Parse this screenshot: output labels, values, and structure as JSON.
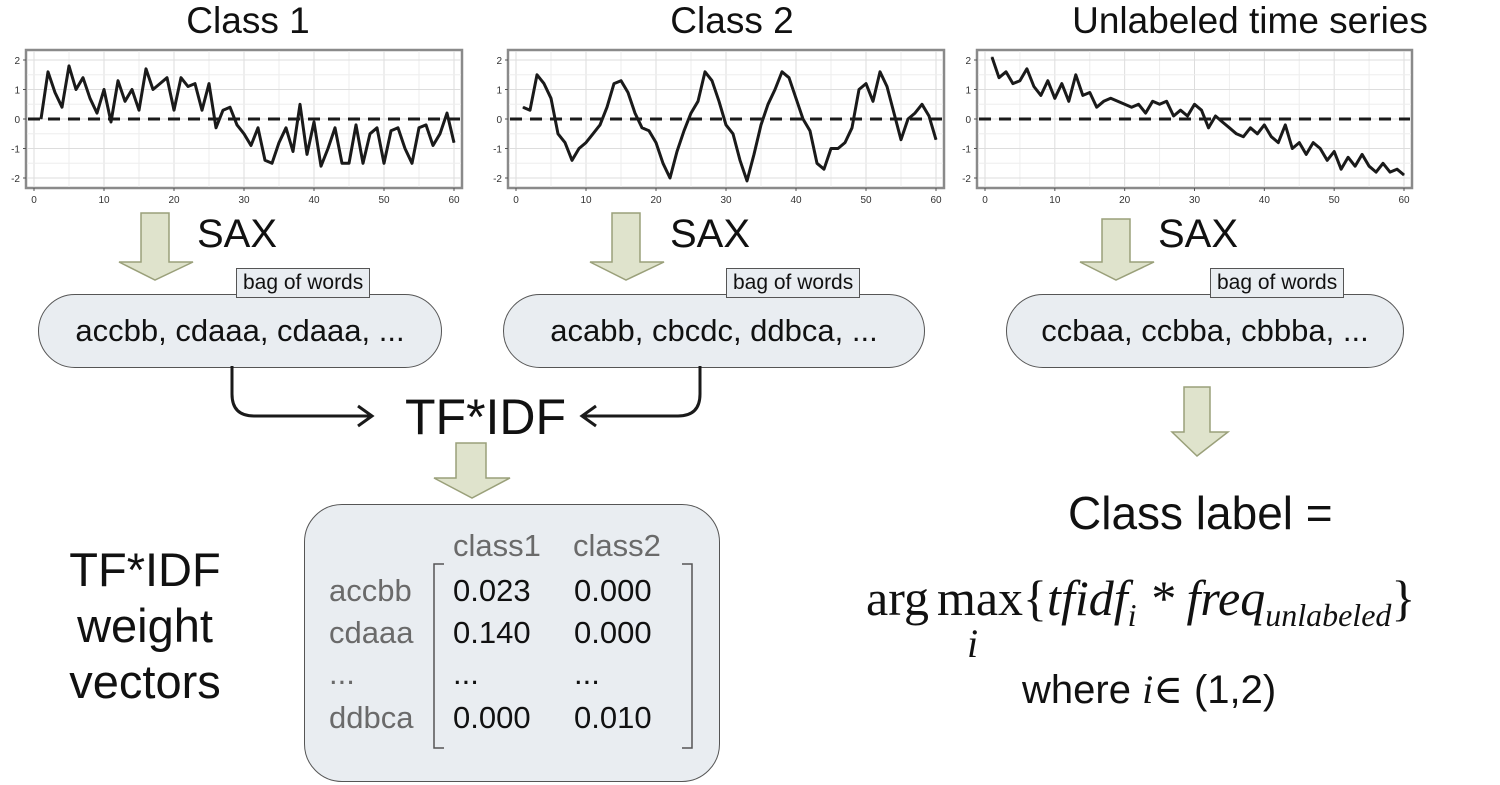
{
  "titles": {
    "class1": "Class 1",
    "class2": "Class 2",
    "unlabeled": "Unlabeled time series"
  },
  "chart_data": [
    {
      "type": "line",
      "x": [
        1,
        2,
        3,
        4,
        5,
        6,
        7,
        8,
        9,
        10,
        11,
        12,
        13,
        14,
        15,
        16,
        17,
        18,
        19,
        20,
        21,
        22,
        23,
        24,
        25,
        26,
        27,
        28,
        29,
        30,
        31,
        32,
        33,
        34,
        35,
        36,
        37,
        38,
        39,
        40,
        41,
        42,
        43,
        44,
        45,
        46,
        47,
        48,
        49,
        50,
        51,
        52,
        53,
        54,
        55,
        56,
        57,
        58,
        59,
        60
      ],
      "values": [
        0.0,
        1.6,
        0.9,
        0.4,
        1.8,
        1.0,
        1.4,
        0.7,
        0.2,
        1.0,
        -0.1,
        1.3,
        0.6,
        1.0,
        0.3,
        1.7,
        1.0,
        1.2,
        1.4,
        0.3,
        1.4,
        1.1,
        1.2,
        0.3,
        1.2,
        -0.3,
        0.3,
        0.4,
        -0.2,
        -0.5,
        -0.9,
        -0.3,
        -1.4,
        -1.5,
        -0.8,
        -0.3,
        -1.1,
        0.5,
        -1.2,
        -0.1,
        -1.6,
        -1.0,
        -0.3,
        -1.5,
        -1.5,
        -0.2,
        -1.5,
        -0.5,
        -0.3,
        -1.5,
        -0.4,
        -0.3,
        -1.0,
        -1.5,
        -0.3,
        -0.2,
        -0.9,
        -0.5,
        0.2,
        -0.8
      ],
      "ylim": [
        -2,
        2
      ],
      "yticks": [
        "-2",
        "-1",
        "0",
        "1",
        "2"
      ],
      "xticks": [
        "0",
        "10",
        "20",
        "30",
        "40",
        "50",
        "60"
      ],
      "grid": true,
      "reference_line": 0
    },
    {
      "type": "line",
      "x": [
        1,
        2,
        3,
        4,
        5,
        6,
        7,
        8,
        9,
        10,
        11,
        12,
        13,
        14,
        15,
        16,
        17,
        18,
        19,
        20,
        21,
        22,
        23,
        24,
        25,
        26,
        27,
        28,
        29,
        30,
        31,
        32,
        33,
        34,
        35,
        36,
        37,
        38,
        39,
        40,
        41,
        42,
        43,
        44,
        45,
        46,
        47,
        48,
        49,
        50,
        51,
        52,
        53,
        54,
        55,
        56,
        57,
        58,
        59,
        60
      ],
      "values": [
        0.4,
        0.3,
        1.5,
        1.2,
        0.7,
        -0.5,
        -0.8,
        -1.4,
        -1.0,
        -0.8,
        -0.5,
        -0.2,
        0.4,
        1.2,
        1.3,
        0.9,
        0.2,
        -0.3,
        -0.4,
        -0.8,
        -1.5,
        -2.0,
        -1.1,
        -0.4,
        0.2,
        0.6,
        1.6,
        1.3,
        0.6,
        -0.2,
        -0.5,
        -1.4,
        -2.1,
        -1.2,
        -0.2,
        0.5,
        1.0,
        1.6,
        1.4,
        0.7,
        0.0,
        -0.4,
        -1.5,
        -1.7,
        -1.0,
        -1.0,
        -0.8,
        -0.3,
        1.0,
        1.2,
        0.6,
        1.6,
        1.1,
        0.2,
        -0.7,
        0.0,
        0.2,
        0.5,
        0.1,
        -0.7
      ],
      "ylim": [
        -2,
        2
      ],
      "yticks": [
        "-2",
        "-1",
        "0",
        "1",
        "2"
      ],
      "xticks": [
        "0",
        "10",
        "20",
        "30",
        "40",
        "50",
        "60"
      ],
      "grid": true,
      "reference_line": 0
    },
    {
      "type": "line",
      "x": [
        1,
        2,
        3,
        4,
        5,
        6,
        7,
        8,
        9,
        10,
        11,
        12,
        13,
        14,
        15,
        16,
        17,
        18,
        19,
        20,
        21,
        22,
        23,
        24,
        25,
        26,
        27,
        28,
        29,
        30,
        31,
        32,
        33,
        34,
        35,
        36,
        37,
        38,
        39,
        40,
        41,
        42,
        43,
        44,
        45,
        46,
        47,
        48,
        49,
        50,
        51,
        52,
        53,
        54,
        55,
        56,
        57,
        58,
        59,
        60
      ],
      "values": [
        2.1,
        1.4,
        1.6,
        1.2,
        1.3,
        1.7,
        1.1,
        0.8,
        1.3,
        0.7,
        1.2,
        0.6,
        1.5,
        0.8,
        0.9,
        0.4,
        0.6,
        0.7,
        0.6,
        0.5,
        0.4,
        0.5,
        0.2,
        0.6,
        0.5,
        0.6,
        0.1,
        0.3,
        0.1,
        0.5,
        0.3,
        -0.3,
        0.1,
        -0.1,
        -0.3,
        -0.5,
        -0.6,
        -0.3,
        -0.5,
        -0.2,
        -0.6,
        -0.8,
        -0.2,
        -1.0,
        -0.8,
        -1.2,
        -0.8,
        -1.0,
        -1.4,
        -1.1,
        -1.7,
        -1.3,
        -1.6,
        -1.2,
        -1.6,
        -1.8,
        -1.5,
        -1.8,
        -1.7,
        -1.9
      ],
      "ylim": [
        -2,
        2
      ],
      "yticks": [
        "-2",
        "-1",
        "0",
        "1",
        "2"
      ],
      "xticks": [
        "0",
        "10",
        "20",
        "30",
        "40",
        "50",
        "60"
      ],
      "grid": true,
      "reference_line": 0
    }
  ],
  "sax_label": "SAX",
  "bag_tag": "bag of words",
  "bags": {
    "class1": "accbb, cdaaa, cdaaa, ...",
    "class2": "acabb, cbcdc, ddbca, ...",
    "unlabeled": "ccbaa, ccbba, cbbba, ..."
  },
  "tfidf_center": "TF*IDF",
  "side_label": {
    "line1": "TF*IDF",
    "line2": "weight",
    "line3": "vectors"
  },
  "matrix": {
    "columns": [
      "class1",
      "class2"
    ],
    "rows": [
      {
        "label": "accbb",
        "values": [
          "0.023",
          "0.000"
        ]
      },
      {
        "label": "cdaaa",
        "values": [
          "0.140",
          "0.000"
        ]
      },
      {
        "label": "...",
        "values": [
          "...",
          "..."
        ]
      },
      {
        "label": "ddbca",
        "values": [
          "0.000",
          "0.010"
        ]
      }
    ]
  },
  "formula": {
    "title": "Class label =",
    "arg": "arg",
    "max": "max",
    "sub_i": "i",
    "open": "{",
    "tfidf": "tfidf",
    "tfidf_sub": "i",
    "star": " * ",
    "freq": "freq",
    "freq_sub": "unlabeled",
    "close": "}",
    "where": "where",
    "where_i": "i",
    "in": "∈",
    "range": "(1,2)"
  },
  "colors": {
    "arrow_fill": "#dfe3cc",
    "arrow_stroke": "#9aa07a",
    "box_fill": "#e9edf1",
    "line": "#1a1a1a"
  }
}
